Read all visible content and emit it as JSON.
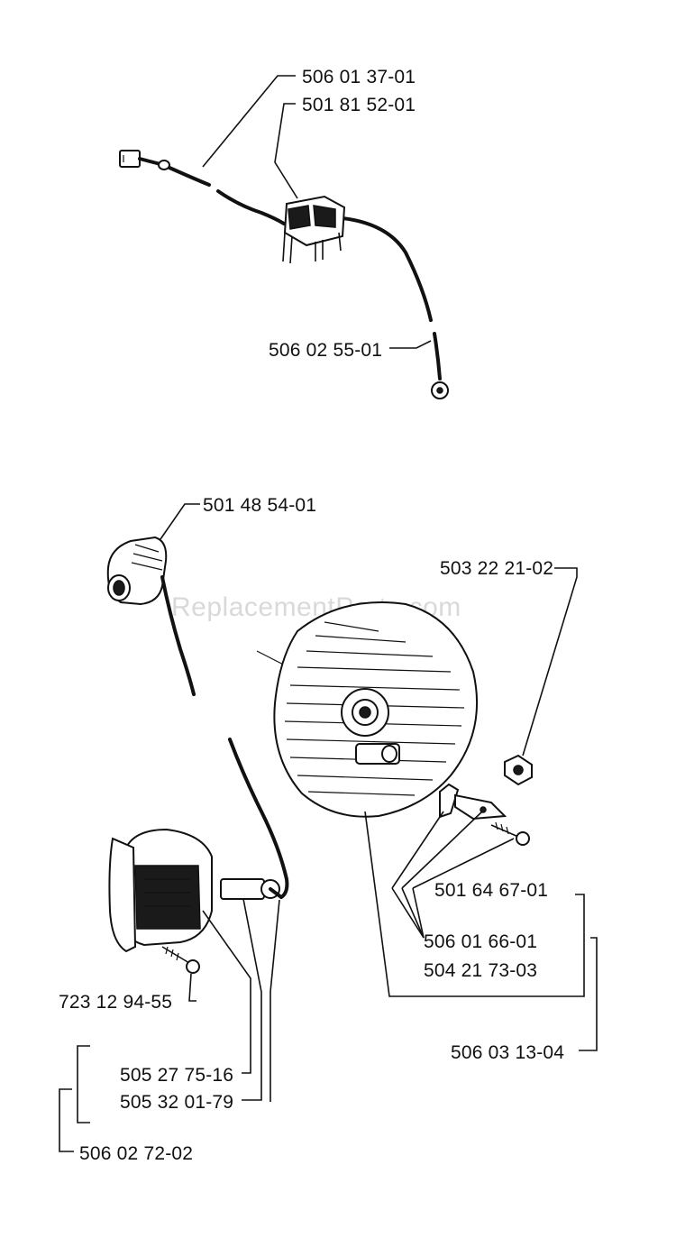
{
  "watermark": "ReplacementParts.com",
  "parts": {
    "p1": "506 01 37-01",
    "p2": "501 81 52-01",
    "p3": "506 02 55-01",
    "p4": "501 48 54-01",
    "p5": "503 22 21-02",
    "p6": "501 64 67-01",
    "p7": "506 01 66-01",
    "p8": "504 21 73-03",
    "p9": "723 12 94-55",
    "p10": "506 03 13-04",
    "p11": "505 27 75-16",
    "p12": "505 32 01-79",
    "p13": "506 02 72-02"
  },
  "icons": {
    "wire-harness": "wire-harness-icon",
    "switch": "switch-icon",
    "spark-cap": "spark-plug-cap-icon",
    "flywheel": "flywheel-icon",
    "nut": "nut-icon",
    "ignition-coil": "ignition-coil-icon"
  }
}
